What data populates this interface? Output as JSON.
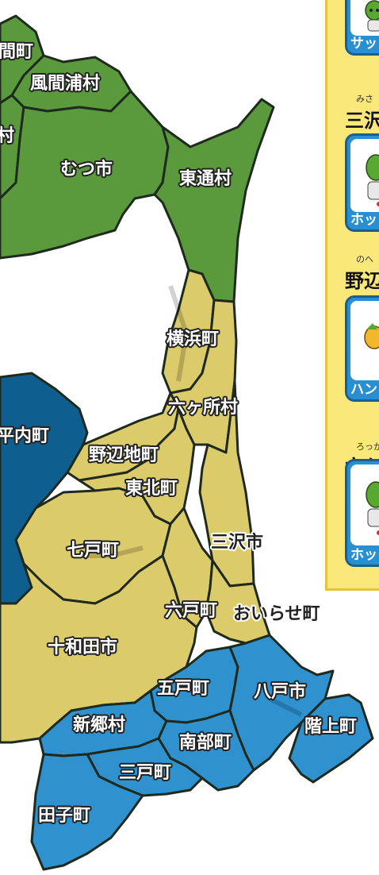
{
  "colors": {
    "green": "#5a9a3c",
    "yellow": "#dccb6a",
    "navy": "#0e5e8f",
    "blue": "#2f92cf",
    "panel": "#fbe87a"
  },
  "regions": {
    "kazamaura": "風間浦村",
    "oma_partial": "間町",
    "sai_partial": "村",
    "mutsu": "むつ市",
    "higashidori": "東通村",
    "yokohama": "横浜町",
    "rokkasho": "六ヶ所村",
    "hiranai": "平内町",
    "noheji": "野辺地町",
    "tohoku": "東北町",
    "misawa": "三沢市",
    "shichinohe": "七戸町",
    "rokunohe": "六戸町",
    "oirase": "おいらせ町",
    "towada": "十和田市",
    "gonohe": "五戸町",
    "hachinohe": "八戸市",
    "shingo": "新郷村",
    "nanbu": "南部町",
    "hashikami": "階上町",
    "sannohe": "三戸町",
    "takko": "田子町"
  },
  "panel": {
    "cards": [
      {
        "label": "サッ"
      },
      {
        "ruby": "みさ",
        "title": "三沢",
        "label": "ホッ"
      },
      {
        "ruby": "のへ",
        "title": "野辺",
        "label": "ハント"
      },
      {
        "ruby": "ろっか",
        "title": "六ケ",
        "label": "ホッ"
      }
    ]
  }
}
